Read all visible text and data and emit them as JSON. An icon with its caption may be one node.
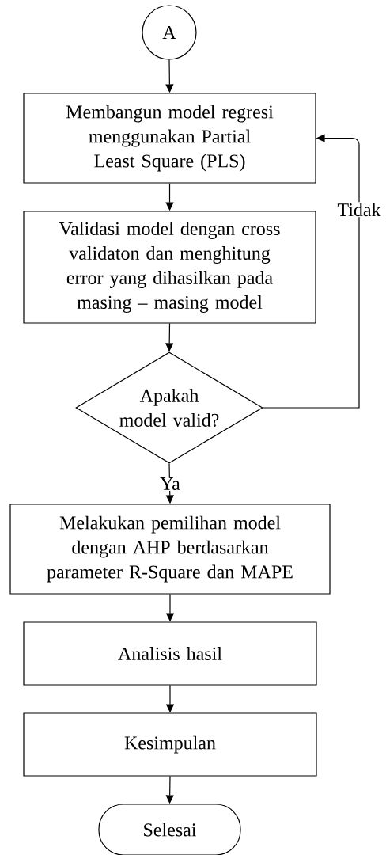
{
  "diagram": {
    "nodes": [
      {
        "text": [
          "A"
        ]
      },
      {
        "text": [
          "Membangun model regresi menggunakan Partial Least Square (PLS)"
        ]
      },
      {
        "text": [
          "Validasi model dengan cross validaton dan menghitung error yang dihasilkan pada masing – masing model"
        ]
      },
      {
        "text": [
          "Apakah model valid?"
        ]
      },
      {
        "text": [
          "Melakukan pemilihan model dengan AHP berdasarkan parameter R-Square dan MAPE"
        ]
      },
      {
        "text": [
          "Analisis hasil"
        ]
      },
      {
        "text": [
          "Kesimpulan"
        ]
      },
      {
        "text": [
          "Selesai"
        ]
      }
    ],
    "edges": [
      {
        "from": 0,
        "to": 1,
        "arrow": "to"
      },
      {
        "from": 1,
        "to": 2,
        "arrow": "to"
      },
      {
        "from": 2,
        "to": 3,
        "arrow": "to"
      },
      {
        "from": 3,
        "to": 1,
        "arrow": "to",
        "label": "Tidak"
      },
      {
        "from": 3,
        "to": 4,
        "arrow": "to",
        "label": "Ya"
      },
      {
        "from": 4,
        "to": 5,
        "arrow": "to"
      },
      {
        "from": 5,
        "to": 6,
        "arrow": "to"
      },
      {
        "from": 6,
        "to": 7,
        "arrow": "to"
      }
    ]
  }
}
